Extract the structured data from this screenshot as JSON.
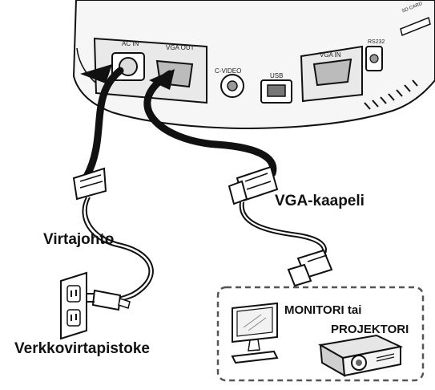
{
  "labels": {
    "power_cord": "Virtajohto",
    "vga_cable": "VGA-kaapeli",
    "wall_outlet": "Verkkovirtapistoke",
    "display_line1": "MONITORI tai",
    "display_line2": "PROJEKTORI"
  },
  "ports": {
    "ac_in": "AC IN",
    "vga_out": "VGA OUT",
    "c_video": "C-VIDEO",
    "usb": "USB",
    "vga_in": "VGA IN",
    "rs232": "RS232",
    "sd_card": "SD CARD"
  },
  "colors": {
    "line": "#111111",
    "device_body": "#f6f6f6",
    "dashed_box": "#555555"
  },
  "icons": [
    "device-body",
    "power-plug-icon",
    "wall-outlet-icon",
    "vga-connector-icon",
    "monitor-icon",
    "projector-icon"
  ]
}
